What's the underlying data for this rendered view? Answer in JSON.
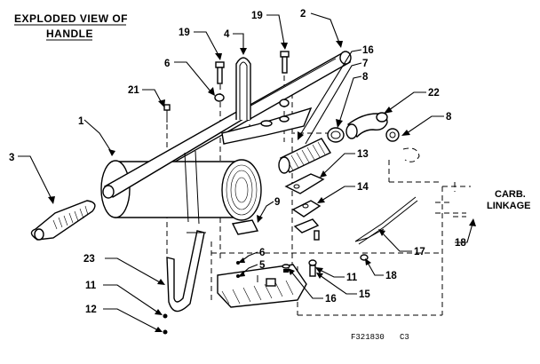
{
  "title": {
    "line1": "EXPLODED VIEW OF",
    "line2": "HANDLE"
  },
  "figure_code": "F321830",
  "revision": "C3",
  "carb_label": {
    "line1": "CARB.",
    "line2": "LINKAGE"
  },
  "callouts": {
    "c1": "1",
    "c2": "2",
    "c3": "3",
    "c4": "4",
    "c5": "5",
    "c6a": "6",
    "c6b": "6",
    "c7": "7",
    "c8a": "8",
    "c8b": "8",
    "c9": "9",
    "c11a": "11",
    "c11b": "11",
    "c12": "12",
    "c13": "13",
    "c14": "14",
    "c15": "15",
    "c16a": "16",
    "c16b": "16",
    "c17": "17",
    "c18a": "18",
    "c18b": "18",
    "c19a": "19",
    "c19b": "19",
    "c21": "21",
    "c22": "22",
    "c23": "23"
  }
}
